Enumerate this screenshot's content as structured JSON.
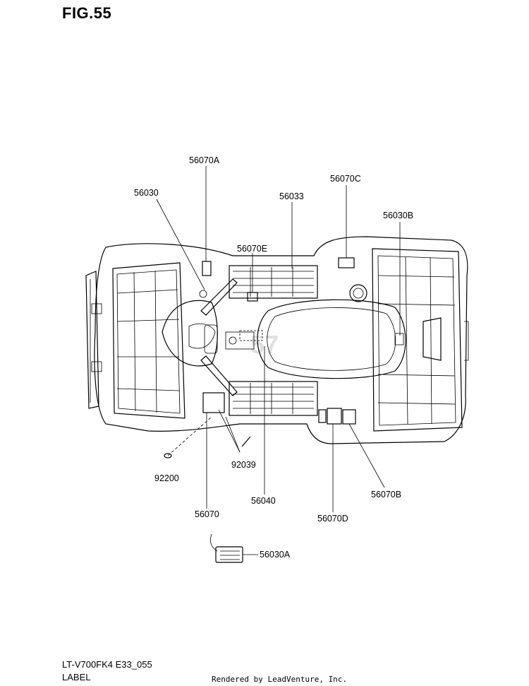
{
  "figure": {
    "title": "FIG.55"
  },
  "callouts": [
    {
      "id": "56070A",
      "text": "56070A"
    },
    {
      "id": "56030",
      "text": "56030"
    },
    {
      "id": "56033",
      "text": "56033"
    },
    {
      "id": "56070C",
      "text": "56070C"
    },
    {
      "id": "56030B",
      "text": "56030B"
    },
    {
      "id": "56070E",
      "text": "56070E"
    },
    {
      "id": "92200",
      "text": "92200"
    },
    {
      "id": "92039",
      "text": "92039"
    },
    {
      "id": "56070",
      "text": "56070"
    },
    {
      "id": "56040",
      "text": "56040"
    },
    {
      "id": "56070D",
      "text": "56070D"
    },
    {
      "id": "56070B",
      "text": "56070B"
    },
    {
      "id": "56030A",
      "text": "56030A"
    }
  ],
  "footer": {
    "model": "LT-V700FK4 E33_055",
    "section": "LABEL",
    "credit": "Rendered by LeadVenture, Inc."
  }
}
